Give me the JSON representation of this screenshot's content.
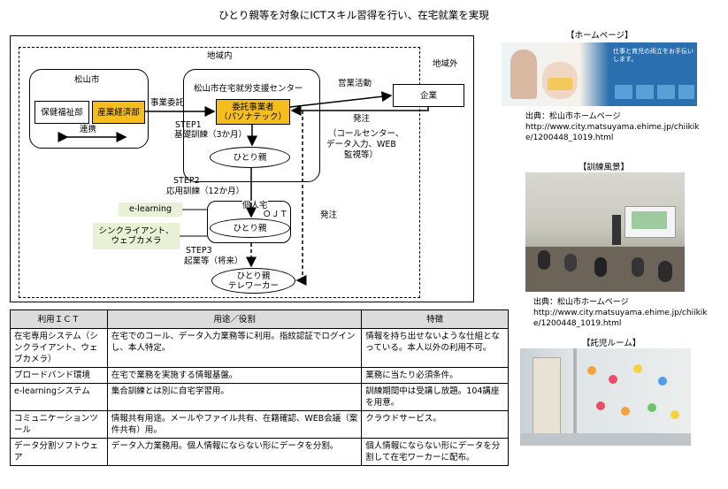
{
  "title": "ひとり親等を対象にICTスキル習得を行い、在宅就業を実現",
  "diagram": {
    "region_inner": "地域内",
    "region_outer": "地域外",
    "city_label": "松山市",
    "dept1": "保健福祉部",
    "dept2": "産業経済部",
    "cooperation": "連携",
    "center_label": "松山市在宅就労支援センター",
    "contractor_line1": "委託事業者",
    "contractor_line2": "（パソナテック）",
    "commission": "事業委託",
    "sales": "営業活動",
    "company": "企業",
    "order1": "発注",
    "order1_detail": [
      "（コールセンター、",
      "データ入力、WEB",
      "監視等）"
    ],
    "step1_line1": "STEP1",
    "step1_line2": "基礎訓練（3か月）",
    "single_parent": "ひとり親",
    "step2_line1": "STEP2",
    "step2_line2": "応用訓練（12か月）",
    "elearning": "e-learning",
    "sync_line1": "シンクライアント、",
    "sync_line2": "ウェブカメラ",
    "home_label": "個人宅",
    "ojt": "ＯＪＴ",
    "order2": "発注",
    "step3_line1": "STEP3",
    "step3_line2": "起業等（将来）",
    "teleworker_line1": "ひとり親",
    "teleworker_line2": "テレワーカー"
  },
  "table": {
    "headers": [
      "利用ＩＣＴ",
      "用途／役割",
      "特徴"
    ],
    "rows": [
      {
        "ict": "在宅専用システム（シンクライアント、ウェブカメラ）",
        "use": "在宅でのコール、データ入力業務等に利用。指紋認証でログインし、本人特定。",
        "feature": "情報を持ち出せないような仕組となっている。本人以外の利用不可。"
      },
      {
        "ict": "ブロードバンド環境",
        "use": "在宅で業務を実施する情報基盤。",
        "feature": "業務に当たり必須条件。"
      },
      {
        "ict": "e-learningシステム",
        "use": "集合訓練とは別に自宅学習用。",
        "feature": "訓練期間中は受講し放題。104講座を用意。"
      },
      {
        "ict": "コミュニケーションツール",
        "use": "情報共有用途。メールやファイル共有、在籍確認、WEB会議（案件共有）用。",
        "feature": "クラウドサービス。"
      },
      {
        "ict": "データ分割ソフトウェア",
        "use": "データ入力業務用。個人情報にならない形にデータを分割。",
        "feature": "個人情報にならない形にデータを分割して在宅ワーカーに配布。"
      }
    ]
  },
  "side": {
    "homepage_caption": "【ホームページ】",
    "homepage_banner": "仕事と育児の両立をお手伝いします。",
    "homepage_source_label": "出典：松山市ホームページ",
    "homepage_source_url": "http://www.city.matsuyama.ehime.jp/chiikike/1200448_1019.html",
    "training_caption": "【訓練風景】",
    "training_source_label": "出典：松山市ホームページ",
    "training_source_url": "http://www.city.matsuyama.ehime.jp/chiikike/1200448_1019.html",
    "childcare_caption": "【託児ルーム】"
  }
}
